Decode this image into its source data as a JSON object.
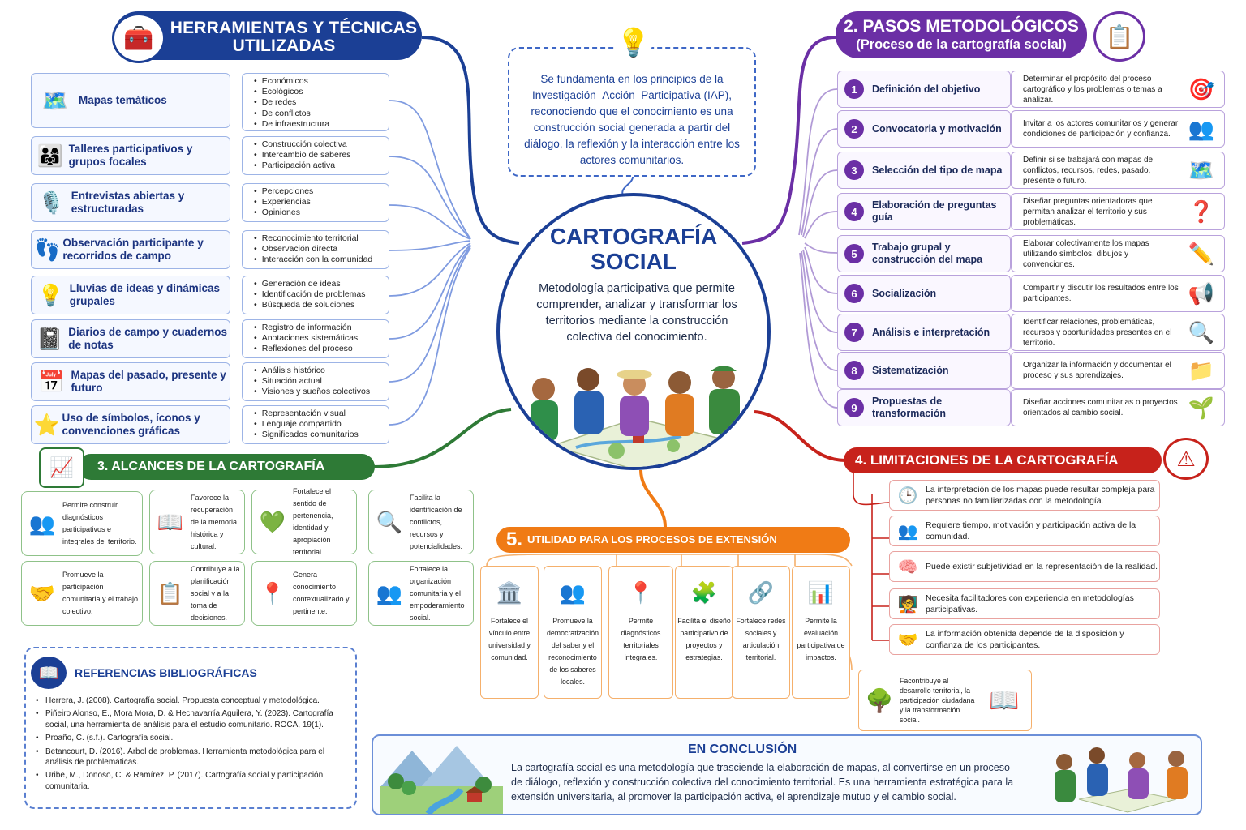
{
  "section1": {
    "title_line1": "1. HERRAMIENTAS Y TÉCNICAS",
    "title_line2": "UTILIZADAS",
    "icon": "toolbox-icon",
    "tools": [
      {
        "label": "Mapas temáticos",
        "icon": "map-icon",
        "bullets": [
          "Económicos",
          "Ecológicos",
          "De redes",
          "De conflictos",
          "De infraestructura"
        ]
      },
      {
        "label": "Talleres participativos y grupos focales",
        "icon": "group-icon",
        "bullets": [
          "Construcción colectiva",
          "Intercambio de saberes",
          "Participación activa"
        ]
      },
      {
        "label": "Entrevistas abiertas y estructuradas",
        "icon": "microphone-icon",
        "bullets": [
          "Percepciones",
          "Experiencias",
          "Opiniones"
        ]
      },
      {
        "label": "Observación participante y recorridos de campo",
        "icon": "footprints-icon",
        "bullets": [
          "Reconocimiento territorial",
          "Observación directa",
          "Interacción con la comunidad"
        ]
      },
      {
        "label": "Lluvias de ideas y dinámicas grupales",
        "icon": "lightbulb-icon",
        "bullets": [
          "Generación de ideas",
          "Identificación de problemas",
          "Búsqueda de soluciones"
        ]
      },
      {
        "label": "Diarios de campo y cuadernos de notas",
        "icon": "notebook-icon",
        "bullets": [
          "Registro de información",
          "Anotaciones sistemáticas",
          "Reflexiones del proceso"
        ]
      },
      {
        "label": "Mapas del pasado, presente y futuro",
        "icon": "calendar-icon",
        "bullets": [
          "Análisis histórico",
          "Situación actual",
          "Visiones y sueños colectivos"
        ]
      },
      {
        "label": "Uso de símbolos, íconos y convenciones gráficas",
        "icon": "symbols-icon",
        "bullets": [
          "Representación visual",
          "Lenguaje compartido",
          "Significados comunitarios"
        ]
      }
    ]
  },
  "idea_box": {
    "icon": "lightbulb-icon",
    "text": "Se fundamenta en los principios de la Investigación–Acción–Participativa (IAP), reconociendo que el conocimiento es una construcción social generada a partir del diálogo, la reflexión y la interacción entre los actores comunitarios."
  },
  "center": {
    "title_line1": "CARTOGRAFÍA",
    "title_line2": "SOCIAL",
    "description": "Metodología participativa que permite comprender, analizar y transformar los territorios mediante la construcción colectiva del conocimiento."
  },
  "section2": {
    "title_line1": "2. PASOS METODOLÓGICOS",
    "title_line2": "(Proceso de la cartografía social)",
    "icon": "checklist-icon",
    "steps": [
      {
        "num": "1",
        "label": "Definición del objetivo",
        "desc": "Determinar el propósito del proceso cartográfico y los problemas o temas a analizar.",
        "icon": "target-icon"
      },
      {
        "num": "2",
        "label": "Convocatoria y motivación",
        "desc": "Invitar a los actores comunitarios y generar condiciones de participación y confianza.",
        "icon": "people-icon"
      },
      {
        "num": "3",
        "label": "Selección del tipo de mapa",
        "desc": "Definir si se trabajará con mapas de conflictos, recursos, redes, pasado, presente o futuro.",
        "icon": "map-icon"
      },
      {
        "num": "4",
        "label": "Elaboración de preguntas guía",
        "desc": "Diseñar preguntas orientadoras que permitan analizar el territorio y sus problemáticas.",
        "icon": "question-icon"
      },
      {
        "num": "5",
        "label": "Trabajo grupal y construcción del mapa",
        "desc": "Elaborar colectivamente los mapas utilizando símbolos, dibujos y convenciones.",
        "icon": "pencil-icon"
      },
      {
        "num": "6",
        "label": "Socialización",
        "desc": "Compartir y discutir los resultados entre los participantes.",
        "icon": "megaphone-icon"
      },
      {
        "num": "7",
        "label": "Análisis e interpretación",
        "desc": "Identificar relaciones, problemáticas, recursos y oportunidades presentes en el territorio.",
        "icon": "magnifier-icon"
      },
      {
        "num": "8",
        "label": "Sistematización",
        "desc": "Organizar la información y documentar el proceso y sus aprendizajes.",
        "icon": "folder-icon"
      },
      {
        "num": "9",
        "label": "Propuestas de transformación",
        "desc": "Diseñar acciones comunitarias o proyectos orientados al cambio social.",
        "icon": "sprout-icon"
      }
    ]
  },
  "section3": {
    "title": "3. ALCANCES DE LA CARTOGRAFÍA SOCIAL",
    "icon": "growth-chart-icon",
    "items": [
      {
        "text": "Permite construir diagnósticos participativos e integrales del territorio.",
        "icon": "community-icon"
      },
      {
        "text": "Favorece la recuperación de la memoria histórica y cultural.",
        "icon": "book-icon"
      },
      {
        "text": "Fortalece el sentido de pertenencia, identidad y apropiación territorial.",
        "icon": "heart-people-icon"
      },
      {
        "text": "Facilita la identificación de conflictos, recursos y potencialidades.",
        "icon": "magnifier-icon"
      },
      {
        "text": "Promueve la participación comunitaria y el trabajo colectivo.",
        "icon": "handshake-icon"
      },
      {
        "text": "Contribuye a la planificación social y a la toma de decisiones.",
        "icon": "checklist-icon"
      },
      {
        "text": "Genera conocimiento contextualizado y pertinente.",
        "icon": "location-map-icon"
      },
      {
        "text": "Fortalece la organización comunitaria y el empoderamiento social.",
        "icon": "community-icon"
      }
    ]
  },
  "section4": {
    "title": "4. LIMITACIONES DE LA CARTOGRAFÍA SOCIAL",
    "icon": "warning-icon",
    "items": [
      {
        "text": "La interpretación de los mapas puede resultar compleja para personas no familiarizadas con la metodología.",
        "icon": "clock-icon"
      },
      {
        "text": "Requiere tiempo, motivación y participación activa de la comunidad.",
        "icon": "people-icon"
      },
      {
        "text": "Puede existir subjetividad en la representación de la realidad.",
        "icon": "head-icon"
      },
      {
        "text": "Necesita facilitadores con experiencia en metodologías participativas.",
        "icon": "facilitator-icon"
      },
      {
        "text": "La información obtenida depende de la disposición y confianza de los participantes.",
        "icon": "handshake-icon"
      }
    ]
  },
  "section5": {
    "num": "5.",
    "title": "UTILIDAD PARA LOS PROCESOS DE EXTENSIÓN UNIVERSITARIA",
    "items": [
      {
        "text": "Fortalece el vínculo entre universidad y comunidad.",
        "icon": "university-icon"
      },
      {
        "text": "Promueve la democratización del saber y el reconocimiento de los saberes locales.",
        "icon": "people-icon"
      },
      {
        "text": "Permite diagnósticos territoriales integrales.",
        "icon": "location-map-icon"
      },
      {
        "text": "Facilita el diseño participativo de proyectos y estrategias.",
        "icon": "puzzle-icon"
      },
      {
        "text": "Fortalece redes sociales y articulación territorial.",
        "icon": "network-icon"
      },
      {
        "text": "Permite la evaluación participativa de impactos.",
        "icon": "bar-chart-icon"
      }
    ],
    "extra": {
      "text": "Facontribuye al desarrollo territorial, la participación ciudadana y la transformación social.",
      "icon": "tree-icon",
      "icon2": "book-icon"
    }
  },
  "references": {
    "title": "REFERENCIAS BIBLIOGRÁFICAS",
    "icon": "book-icon",
    "items": [
      "Herrera, J. (2008). Cartografía social. Propuesta conceptual y metodológica.",
      "Piñeiro Alonso, E., Mora Mora, D. & Hechavarría Aguilera, Y. (2023). Cartografía social, una herramienta de análisis para el estudio comunitario. ROCA, 19(1).",
      "Proaño, C. (s.f.). Cartografía social.",
      "Betancourt, D. (2016). Árbol de problemas. Herramienta metodológica para el análisis de problemáticas.",
      "Uribe, M., Donoso, C. & Ramírez, P. (2017). Cartografía social y participación comunitaria."
    ]
  },
  "conclusion": {
    "title": "EN CONCLUSIÓN",
    "text": "La cartografía social es una metodología que trasciende la elaboración de mapas, al convertirse en un proceso de diálogo, reflexión y construcción colectiva del conocimiento territorial. Es una herramienta estratégica para la extensión universitaria, al promover la participación activa, el aprendizaje mutuo y el cambio social."
  },
  "colors": {
    "blue": "#1b3f95",
    "purple": "#6b2fa5",
    "green": "#2e7a36",
    "red": "#c7221b",
    "orange": "#f07b15"
  }
}
